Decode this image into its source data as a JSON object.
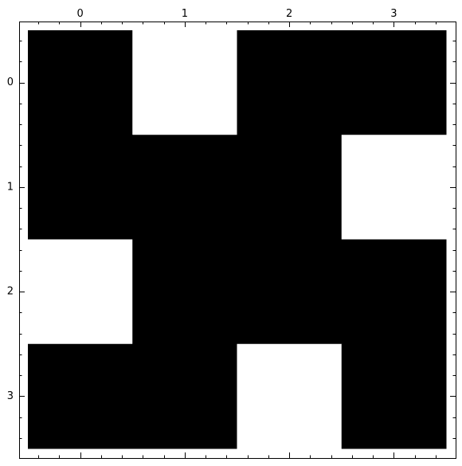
{
  "chart_data": {
    "type": "heatmap",
    "title": "",
    "xlabel": "",
    "ylabel": "",
    "x_ticks": [
      "0",
      "1",
      "2",
      "3"
    ],
    "y_ticks": [
      "0",
      "1",
      "2",
      "3"
    ],
    "x_axis_position": "top",
    "grid": false,
    "colormap": {
      "0": "#ffffff",
      "1": "#000000"
    },
    "matrix": [
      [
        1,
        0,
        1,
        1
      ],
      [
        1,
        1,
        1,
        0
      ],
      [
        0,
        1,
        1,
        1
      ],
      [
        1,
        1,
        0,
        1
      ]
    ]
  }
}
